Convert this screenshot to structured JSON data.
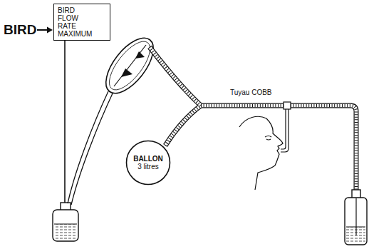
{
  "diagram": {
    "nodes": [
      {
        "text": [
          "BIRD FLOW RATE MAXIMUM"
        ]
      },
      {
        "text": [
          "BALLON",
          "3 litres"
        ]
      }
    ],
    "labels": [
      "BIRD",
      "Tuyau COBB"
    ]
  }
}
